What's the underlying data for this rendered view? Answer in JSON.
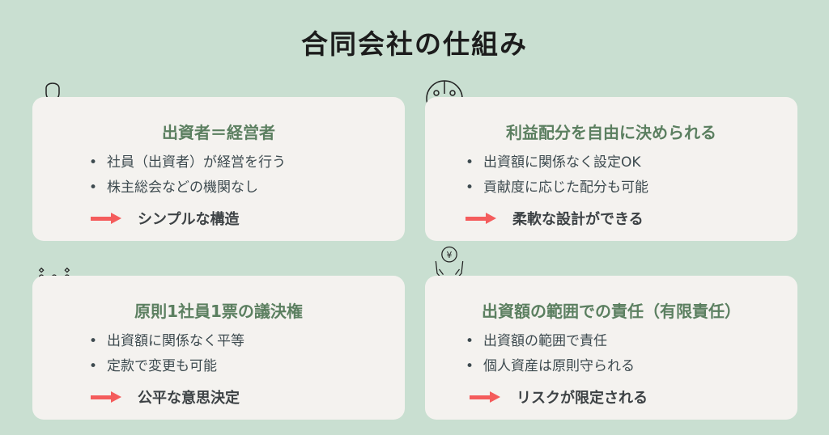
{
  "title": "合同会社の仕組み",
  "cards": [
    {
      "icon": "businessman-icon",
      "title": "出資者＝経営者",
      "bullets": [
        "社員（出資者）が経営を行う",
        "株主総会などの機関なし"
      ],
      "result": "シンプルな構造"
    },
    {
      "icon": "people-circle-icon",
      "title": "利益配分を自由に決められる",
      "bullets": [
        "出資額に関係なく設定OK",
        "貢献度に応じた配分も可能"
      ],
      "result": "柔軟な設計ができる"
    },
    {
      "icon": "three-people-icon",
      "title": "原則1社員1票の議決権",
      "bullets": [
        "出資額に関係なく平等",
        "定款で変更も可能"
      ],
      "result": "公平な意思決定"
    },
    {
      "icon": "yen-hands-icon",
      "title": "出資額の範囲での責任（有限責任）",
      "bullets": [
        "出資額の範囲で責任",
        "個人資産は原則守られる"
      ],
      "result": "リスクが限定される"
    }
  ],
  "colors": {
    "background": "#c9dfd1",
    "card": "#f4f2ef",
    "heading": "#5b7f60",
    "arrow": "#f45c5c"
  }
}
